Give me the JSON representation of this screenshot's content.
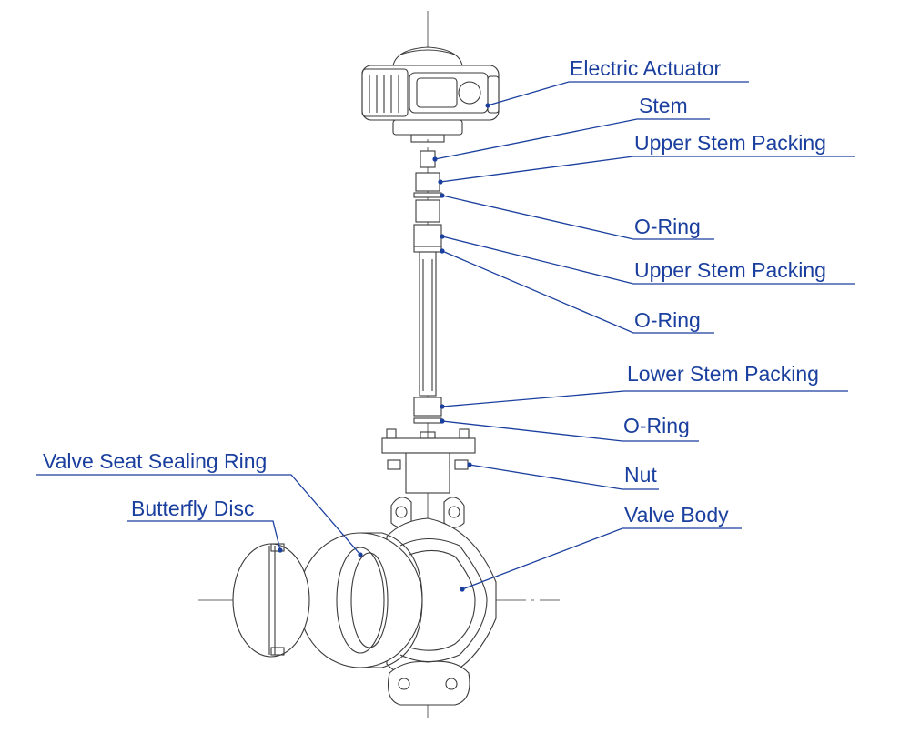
{
  "colors": {
    "label": "#1a3f9e",
    "leader": "#1a3f9e",
    "drawing": "#3a3a3a",
    "background": "#ffffff"
  },
  "parts": [
    {
      "id": "electric-actuator",
      "label": "Electric Actuator"
    },
    {
      "id": "stem",
      "label": "Stem"
    },
    {
      "id": "upper-stem-packing-1",
      "label": "Upper Stem Packing"
    },
    {
      "id": "o-ring-1",
      "label": "O-Ring"
    },
    {
      "id": "upper-stem-packing-2",
      "label": "Upper Stem Packing"
    },
    {
      "id": "o-ring-2",
      "label": "O-Ring"
    },
    {
      "id": "lower-stem-packing",
      "label": "Lower Stem Packing"
    },
    {
      "id": "o-ring-3",
      "label": "O-Ring"
    },
    {
      "id": "nut",
      "label": "Nut"
    },
    {
      "id": "valve-body",
      "label": "Valve Body"
    },
    {
      "id": "valve-seat-sealing-ring",
      "label": "Valve Seat Sealing Ring"
    },
    {
      "id": "butterfly-disc",
      "label": "Butterfly Disc"
    }
  ]
}
